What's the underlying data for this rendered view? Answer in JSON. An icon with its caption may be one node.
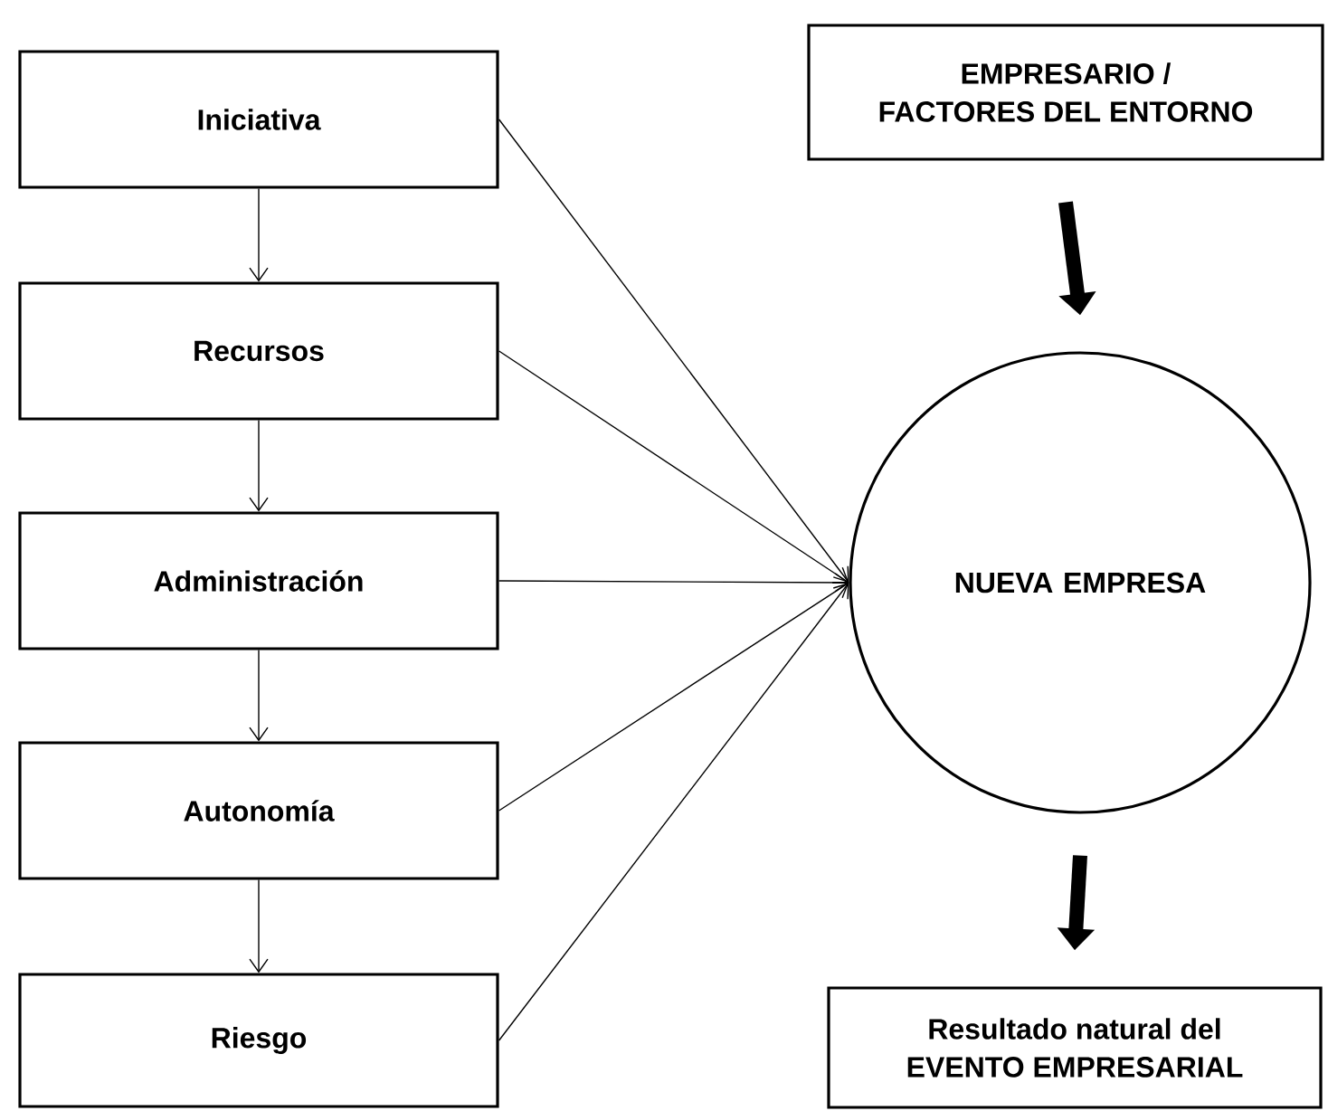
{
  "diagram": {
    "nodes": [
      {
        "text": [
          "Iniciativa"
        ]
      },
      {
        "text": [
          "Recursos"
        ]
      },
      {
        "text": [
          "Administración"
        ]
      },
      {
        "text": [
          "Autonomía"
        ]
      },
      {
        "text": [
          "Riesgo"
        ]
      },
      {
        "text": [
          "EMPRESARIO /",
          "FACTORES DEL ENTORNO"
        ]
      },
      {
        "text": [
          "NUEVA EMPRESA"
        ]
      },
      {
        "text": [
          "Resultado natural del",
          "EVENTO EMPRESARIAL"
        ]
      }
    ],
    "edges": [
      {
        "from": 0,
        "to": 1,
        "arrow": "to"
      },
      {
        "from": 1,
        "to": 2,
        "arrow": "to"
      },
      {
        "from": 2,
        "to": 3,
        "arrow": "to"
      },
      {
        "from": 3,
        "to": 4,
        "arrow": "to"
      },
      {
        "from": 0,
        "to": 6,
        "arrow": "to"
      },
      {
        "from": 1,
        "to": 6,
        "arrow": "to"
      },
      {
        "from": 2,
        "to": 6,
        "arrow": "to"
      },
      {
        "from": 3,
        "to": 6,
        "arrow": "to"
      },
      {
        "from": 4,
        "to": 6,
        "arrow": "to"
      },
      {
        "from": 5,
        "to": 6,
        "arrow": "to",
        "style": "thick"
      },
      {
        "from": 6,
        "to": 7,
        "arrow": "to",
        "style": "thick"
      }
    ]
  }
}
